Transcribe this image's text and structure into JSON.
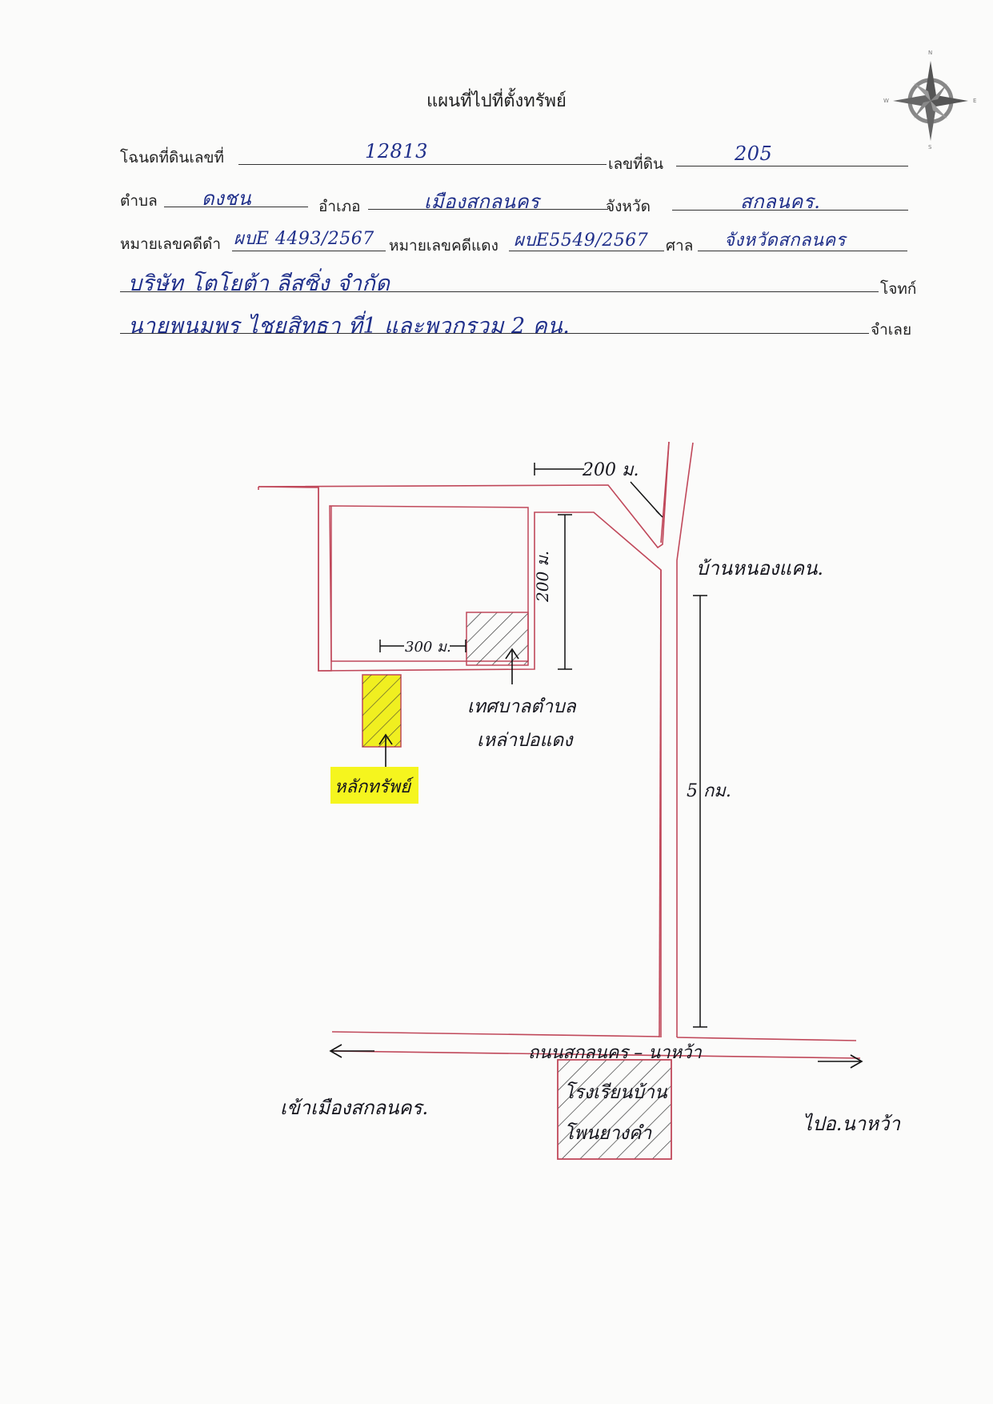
{
  "document": {
    "title": "แผนที่ไปที่ตั้งทรัพย์"
  },
  "form": {
    "deed_label": "โฉนดที่ดินเลขที่",
    "deed_value": "12813",
    "land_no_label": "เลขที่ดิน",
    "land_no_value": "205",
    "tambon_label": "ตำบล",
    "tambon_value": "ดงชน",
    "amphoe_label": "อำเภอ",
    "amphoe_value": "เมืองสกลนคร",
    "province_label": "จังหวัด",
    "province_value": "สกลนคร.",
    "black_case_label": "หมายเลขคดีดำ",
    "black_case_value": "ผบE 4493/2567",
    "red_case_label": "หมายเลขคดีแดง",
    "red_case_value": "ผบE5549/2567",
    "court_label": "ศาล",
    "court_value": "จังหวัดสกลนคร",
    "plaintiff_value": "บริษัท โตโยต้า ลีสซิ่ง จำกัด",
    "plaintiff_label": "โจทก์",
    "defendant_value": "นายพนมพร ไชยสิทธา ที่1 และพวกรวม 2 คน.",
    "defendant_label": "จำเลย"
  },
  "map": {
    "dist_top": "200 ม.",
    "dist_right": "200 ม.",
    "dist_inner": "300 ม.",
    "dist_long": "5 กม.",
    "village": "บ้านหนองแคน.",
    "municipality_line1": "เทศบาลตำบล",
    "municipality_line2": "เหล่าปอแดง",
    "property_label": "หลักทรัพย์",
    "main_road": "ถนนสกลนคร – นาหว้า",
    "to_city": "เข้าเมืองสกลนคร.",
    "to_district": "ไปอ.นาหว้า",
    "school_line1": "โรงเรียนบ้าน",
    "school_line2": "โพนยางคำ"
  },
  "colors": {
    "ink": "#1f2f8a",
    "road": "#c0485a",
    "highlight": "#f5f51e"
  },
  "icons": {
    "compass": "compass-rose-icon",
    "arrow_left": "arrow-left-icon",
    "arrow_right": "arrow-right-icon",
    "arrow_up": "arrow-up-icon"
  }
}
